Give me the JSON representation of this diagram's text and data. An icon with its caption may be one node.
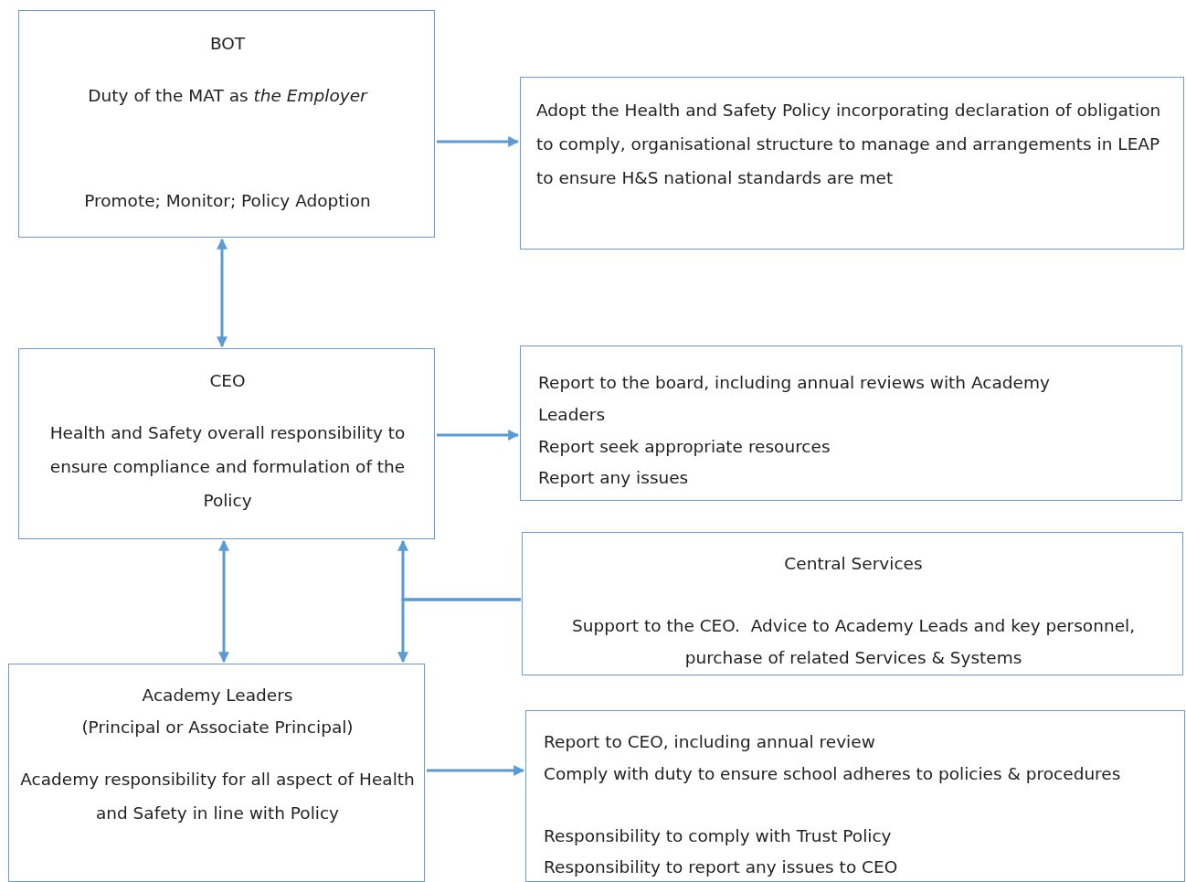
{
  "diagram": {
    "nodes": [
      {
        "text": [
          "BOT",
          "Duty of the MAT as *the Employer*",
          "Promote; Monitor; Policy Adoption"
        ]
      },
      {
        "text": [
          "Adopt the Health and Safety Policy incorporating declaration of obligation to comply, organisational structure to manage and arrangements in LEAP to ensure H&S national standards are met"
        ]
      },
      {
        "text": [
          "CEO",
          "Health and Safety overall responsibility to ensure compliance and formulation of the Policy"
        ]
      },
      {
        "text": [
          "Report to the board, including annual reviews with Academy Leaders",
          "Report seek appropriate resources",
          "Report any issues"
        ]
      },
      {
        "text": [
          "Central Services",
          "Support to the CEO.  Advice to Academy Leads and key personnel, purchase of related Services & Systems"
        ]
      },
      {
        "text": [
          "Academy Leaders",
          "(Principal or Associate Principal)",
          "Academy responsibility for all aspect of Health and Safety in line with Policy"
        ]
      },
      {
        "text": [
          "Report to CEO, including annual review",
          "Comply with duty to ensure school adheres to policies & procedures",
          "Responsibility to comply with Trust Policy",
          "Responsibility to report any issues to CEO"
        ]
      }
    ],
    "edges": [
      {
        "from": 0,
        "to": 1,
        "arrow": "to"
      },
      {
        "from": 0,
        "to": 2,
        "arrow": "both"
      },
      {
        "from": 2,
        "to": 3,
        "arrow": "to"
      },
      {
        "from": 2,
        "to": 5,
        "arrow": "both"
      },
      {
        "from": 4,
        "to": 2,
        "arrow": "to"
      },
      {
        "from": 4,
        "to": 5,
        "arrow": "to"
      },
      {
        "from": 5,
        "to": 6,
        "arrow": "to"
      }
    ]
  }
}
